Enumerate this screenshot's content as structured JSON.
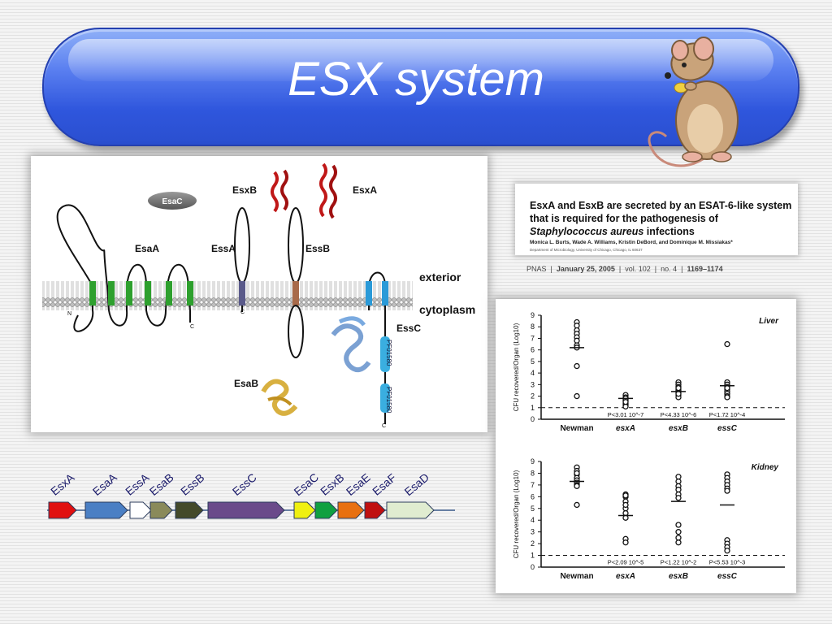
{
  "slide": {
    "title": "ESX system"
  },
  "diagram": {
    "esac_label": "EsaC",
    "esxb_label": "EsxB",
    "esxa_label": "EsxA",
    "esaa_label": "EsaA",
    "essa_label": "EssA",
    "essb_label": "EssB",
    "essc_label": "EssC",
    "esab_label": "EsaB",
    "exterior_label": "exterior",
    "cytoplasm_label": "cytoplasm",
    "n_label": "N",
    "c_label": "C",
    "domain1_label": "PF01580",
    "domain2_label": "PF01580"
  },
  "paper": {
    "title_line1": "EsxA and EsxB are secreted by an ESAT-6-like system",
    "title_line2": "that is required for the pathogenesis of",
    "title_line3_italic": "Staphylococcus aureus",
    "title_line3_rest": " infections",
    "authors": "Monica L. Burts, Wade A. Williams, Kristin DeBord, and Dominique M. Missiakas*",
    "affiliation": "Department of Microbiology, University of Chicago, Chicago, IL 60637",
    "journal": "PNAS",
    "date": "January 25, 2005",
    "volume": "vol. 102",
    "issue": "no. 4",
    "pages": "1169–1174"
  },
  "genes": {
    "labels": [
      "EsxA",
      "EsaA",
      "EssA",
      "EsaB",
      "EssB",
      "EssC",
      "EsaC",
      "EsxB",
      "EsaE",
      "EsaF",
      "EsaD"
    ],
    "colors": [
      "#e01010",
      "#4a7fc4",
      "#ffffff",
      "#8a8a5a",
      "#444a2a",
      "#6a4a8a",
      "#f0f010",
      "#10a040",
      "#e87010",
      "#c01010",
      "#e0ecd0"
    ]
  },
  "chart_data": [
    {
      "type": "scatter",
      "panel": "Liver",
      "ylabel": "CFU recovered/Organ (Log10)",
      "categories": [
        "Newman",
        "esxA",
        "esxB",
        "essC"
      ],
      "ylim": [
        0,
        9
      ],
      "yticks": [
        0,
        1,
        2,
        3,
        4,
        5,
        6,
        7,
        8,
        9
      ],
      "detection_limit": 1,
      "medians": [
        6.2,
        1.8,
        2.4,
        2.9
      ],
      "points": [
        [
          8.4,
          8.1,
          7.7,
          7.4,
          7.1,
          6.8,
          6.4,
          6.2,
          4.6,
          2.0
        ],
        [
          2.1,
          1.9,
          1.7,
          1.6,
          1.4,
          1.3,
          1.2,
          1.1,
          1.8,
          1.5
        ],
        [
          3.2,
          3.0,
          2.8,
          2.6,
          2.5,
          2.3,
          2.1,
          1.9,
          2.7,
          2.2
        ],
        [
          6.5,
          3.2,
          3.0,
          2.8,
          2.6,
          2.4,
          2.2,
          2.0,
          1.9,
          2.7
        ]
      ],
      "pvalues": [
        "",
        "P<3.01 10^-7",
        "P<4.33 10^-6",
        "P<1.72 10^-4"
      ]
    },
    {
      "type": "scatter",
      "panel": "Kidney",
      "ylabel": "CFU recovered/Organ (Log10)",
      "categories": [
        "Newman",
        "esxA",
        "esxB",
        "essC"
      ],
      "ylim": [
        0,
        9
      ],
      "yticks": [
        0,
        1,
        2,
        3,
        4,
        5,
        6,
        7,
        8,
        9
      ],
      "detection_limit": 1,
      "medians": [
        7.3,
        4.4,
        5.6,
        5.3
      ],
      "points": [
        [
          8.5,
          8.2,
          7.9,
          7.6,
          7.4,
          7.2,
          7.0,
          6.9,
          5.3,
          8.0
        ],
        [
          6.2,
          6.0,
          5.6,
          5.0,
          4.6,
          4.2,
          2.4,
          2.1,
          6.1,
          5.3
        ],
        [
          7.7,
          7.3,
          6.9,
          6.6,
          6.2,
          5.9,
          3.6,
          3.0,
          2.5,
          2.1
        ],
        [
          7.9,
          7.6,
          7.3,
          7.0,
          6.7,
          2.3,
          2.0,
          1.7,
          1.4,
          6.5
        ]
      ],
      "pvalues": [
        "",
        "P<2.09 10^-5",
        "P<1.22 10^-2",
        "P<5.53 10^-3"
      ]
    }
  ]
}
